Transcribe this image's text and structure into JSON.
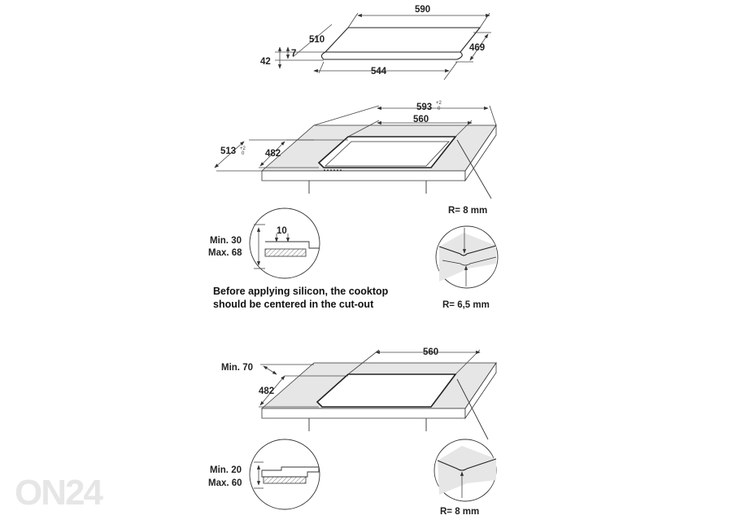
{
  "brand_watermark": "ON24",
  "top_cooktop": {
    "width": "590",
    "depth": "510",
    "depth_side": "469",
    "bottom_width": "544",
    "height_total": "42",
    "height_glass": "7"
  },
  "cutout_1": {
    "top_width": "593",
    "top_width_tol_plus": "+2",
    "top_width_tol_zero": "0",
    "cut_width": "560",
    "left_depth": "513",
    "left_depth_tol_plus": "+2",
    "left_depth_tol_zero": "0",
    "cut_depth": "482",
    "corner_radius_top": "R= 8 mm",
    "corner_radius_bottom": "R= 6,5 mm",
    "detail_offset": "10",
    "min_thickness": "Min. 30",
    "max_thickness": "Max. 68",
    "note_line1": "Before applying silicon, the cooktop",
    "note_line2": "should be centered in the cut-out"
  },
  "cutout_2": {
    "min_front": "Min. 70",
    "cut_width": "560",
    "cut_depth": "482",
    "min_thickness": "Min. 20",
    "max_thickness": "Max. 60",
    "corner_radius": "R= 8 mm"
  }
}
